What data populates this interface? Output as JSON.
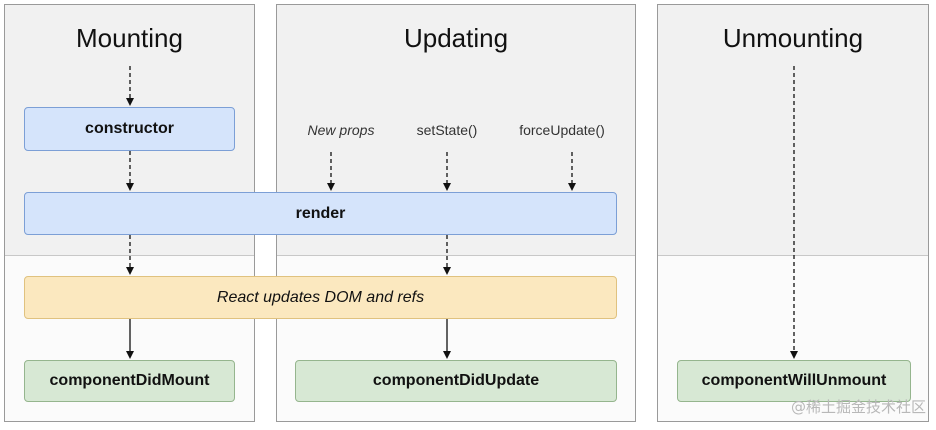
{
  "phases": {
    "mounting": "Mounting",
    "updating": "Updating",
    "unmounting": "Unmounting"
  },
  "nodes": {
    "constructor": "constructor",
    "render": "render",
    "dom_update": "React updates DOM and refs",
    "did_mount": "componentDidMount",
    "did_update": "componentDidUpdate",
    "will_unmount": "componentWillUnmount"
  },
  "triggers": {
    "new_props": "New props",
    "set_state": "setState()",
    "force_update": "forceUpdate()"
  },
  "watermark": "@稀土掘金技术社区",
  "colors": {
    "method_box": "#d5e4fb",
    "dom_box": "#fbe8bf",
    "lifecycle_box": "#d7e8d4",
    "panel_top": "#f1f1f1",
    "panel_bottom": "#fbfbfb"
  }
}
